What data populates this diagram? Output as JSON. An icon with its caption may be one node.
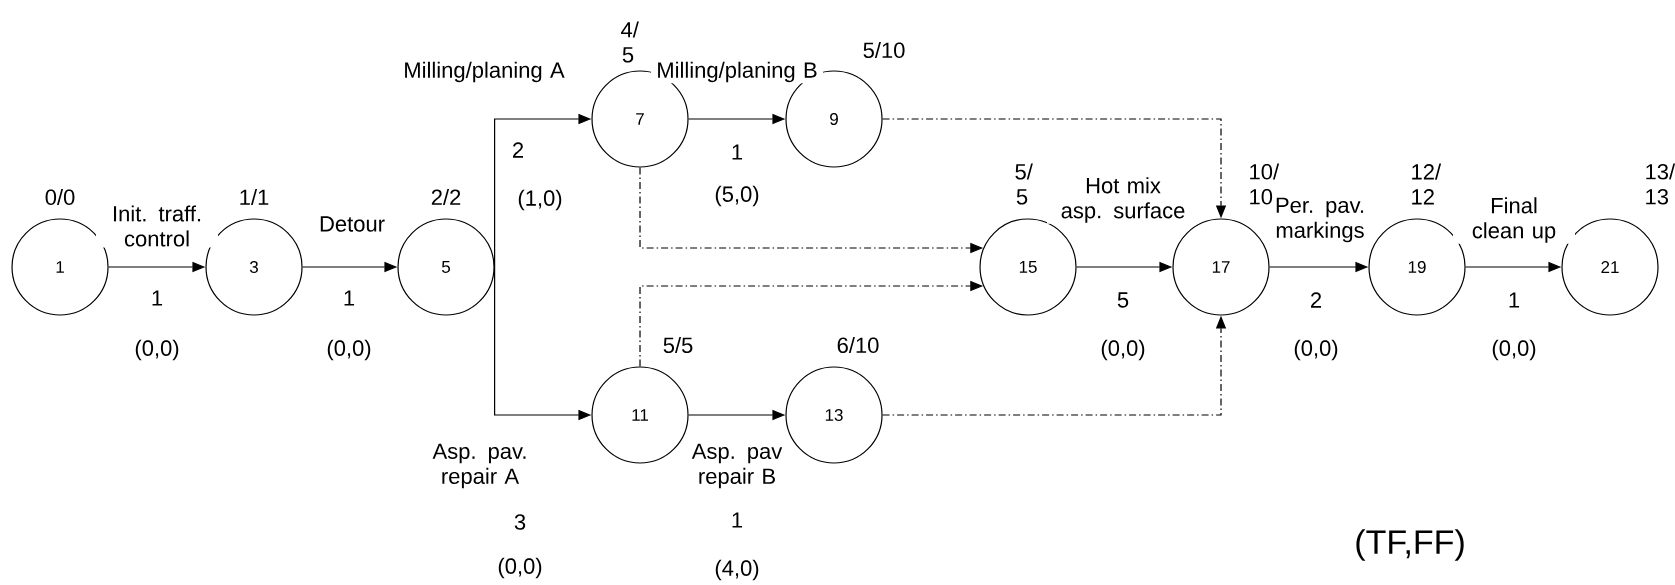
{
  "diagram": {
    "nodes": [
      {
        "text": [
          "1"
        ],
        "beside": [
          "0/0"
        ]
      },
      {
        "text": [
          "3"
        ],
        "beside": [
          "1/1"
        ]
      },
      {
        "text": [
          "5"
        ],
        "beside": [
          "2/2"
        ]
      },
      {
        "text": [
          "7"
        ],
        "beside": [
          "4/ 5"
        ]
      },
      {
        "text": [
          "9"
        ],
        "beside": [
          "5/10"
        ]
      },
      {
        "text": [
          "11"
        ],
        "beside": [
          "5/5"
        ]
      },
      {
        "text": [
          "13"
        ],
        "beside": [
          "6/10"
        ]
      },
      {
        "text": [
          "15"
        ],
        "beside": [
          "5/ 5"
        ]
      },
      {
        "text": [
          "17"
        ],
        "beside": [
          "10/ 10"
        ]
      },
      {
        "text": [
          "19"
        ],
        "beside": [
          "12/ 12"
        ]
      },
      {
        "text": [
          "21"
        ],
        "beside": [
          "13/ 13"
        ]
      }
    ],
    "edges": [
      {
        "from": 0,
        "to": 1,
        "arrow": "to",
        "label": "Init. traff. control"
      },
      {
        "from": 1,
        "to": 2,
        "arrow": "to",
        "label": "Detour"
      },
      {
        "from": 2,
        "to": 3,
        "arrow": "to",
        "label": "Milling/planing A"
      },
      {
        "from": 2,
        "to": 5,
        "arrow": "to",
        "label": "Asp. pav. repair A"
      },
      {
        "from": 3,
        "to": 4,
        "arrow": "to",
        "label": "Milling/planing B"
      },
      {
        "from": 5,
        "to": 6,
        "arrow": "to",
        "label": "Asp. pav repair B"
      },
      {
        "from": 4,
        "to": 8,
        "arrow": "to",
        "style": "dashed"
      },
      {
        "from": 3,
        "to": 7,
        "arrow": "to",
        "style": "dashed"
      },
      {
        "from": 5,
        "to": 7,
        "arrow": "to",
        "style": "dashed"
      },
      {
        "from": 7,
        "to": 8,
        "arrow": "to",
        "label": "Hot mix asp. surface"
      },
      {
        "from": 6,
        "to": 8,
        "arrow": "to",
        "style": "dashed"
      },
      {
        "from": 8,
        "to": 9,
        "arrow": "to",
        "label": "Per. pav. markings"
      },
      {
        "from": 9,
        "to": 10,
        "arrow": "to",
        "label": "Final clean up"
      }
    ],
    "labels": [
      "1",
      "(0,0)",
      "1",
      "(0,0)",
      "2",
      "(1,0)",
      "3",
      "(0,0)",
      "1",
      "(5,0)",
      "1",
      "(4,0)",
      "5",
      "(0,0)",
      "2",
      "(0,0)",
      "1",
      "(0,0)",
      "(TF,FF)"
    ]
  }
}
